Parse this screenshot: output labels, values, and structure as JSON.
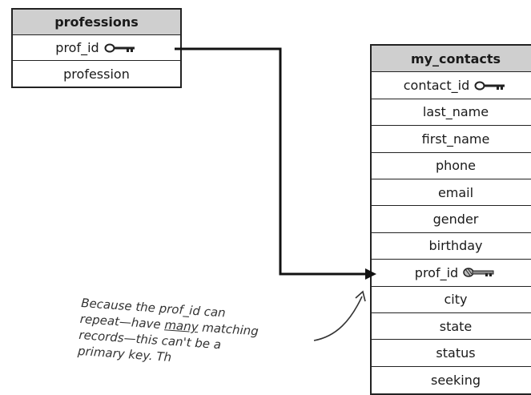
{
  "professions": {
    "title": "professions",
    "rows": [
      "prof_id",
      "profession"
    ]
  },
  "my_contacts": {
    "title": "my_contacts",
    "rows": [
      "contact_id",
      "last_name",
      "first_name",
      "phone",
      "email",
      "gender",
      "birthday",
      "prof_id",
      "city",
      "state",
      "status",
      "seeking"
    ]
  },
  "note": {
    "line1": "Because the prof_id can",
    "line2a": "repeat—have ",
    "line2b": "many",
    "line2c": " matching",
    "line3": "records—this can't be a",
    "line4": "primary key. Th"
  },
  "colors": {
    "header_bg": "#cfcfcf",
    "line": "#222222"
  },
  "icons": {
    "primary_key": "key-icon",
    "foreign_key": "striped-key-icon"
  }
}
